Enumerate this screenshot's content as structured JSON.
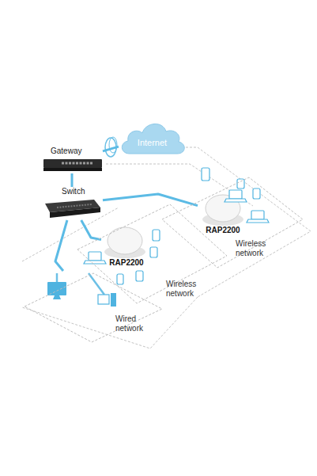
{
  "diagram": {
    "nodes": [
      {
        "text": [
          "Internet"
        ]
      },
      {
        "text": [
          "Gateway"
        ]
      },
      {
        "text": [
          "Switch"
        ]
      },
      {
        "text": [
          "Wireless network"
        ]
      },
      {
        "text": [
          "RAP2200"
        ],
        "in": 3
      },
      {
        "text": [
          "Wireless network"
        ]
      },
      {
        "text": [
          "RAP2200"
        ],
        "in": 5
      },
      {
        "text": [
          "Wired network"
        ]
      }
    ],
    "edges": [
      {
        "from": 1,
        "to": 0,
        "arrow": "none"
      },
      {
        "from": 1,
        "to": 2,
        "arrow": "none"
      },
      {
        "from": 2,
        "to": 4,
        "arrow": "none"
      },
      {
        "from": 2,
        "to": 6,
        "arrow": "none"
      },
      {
        "from": 2,
        "to": 7,
        "arrow": "none"
      }
    ]
  }
}
